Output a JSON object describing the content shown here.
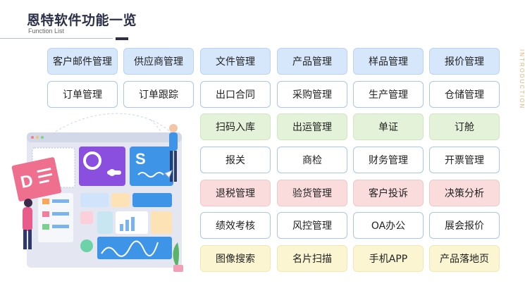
{
  "header": {
    "title": "恩特软件功能一览",
    "subtitle": "Function List",
    "side_text": "INTRODUCTION"
  },
  "features": [
    {
      "label": "客户邮件管理",
      "style": "blue"
    },
    {
      "label": "供应商管理",
      "style": "blue"
    },
    {
      "label": "文件管理",
      "style": "blue"
    },
    {
      "label": "产品管理",
      "style": "blue"
    },
    {
      "label": "样品管理",
      "style": "blue"
    },
    {
      "label": "报价管理",
      "style": "blue"
    },
    {
      "label": "订单管理",
      "style": "outline"
    },
    {
      "label": "订单跟踪",
      "style": "outline"
    },
    {
      "label": "出口合同",
      "style": "outline"
    },
    {
      "label": "采购管理",
      "style": "outline"
    },
    {
      "label": "生产管理",
      "style": "outline"
    },
    {
      "label": "仓储管理",
      "style": "outline"
    },
    {
      "label": "扫码入库",
      "style": "green"
    },
    {
      "label": "出运管理",
      "style": "green"
    },
    {
      "label": "单证",
      "style": "green"
    },
    {
      "label": "订舱",
      "style": "green"
    },
    {
      "label": "报关",
      "style": "outline"
    },
    {
      "label": "商检",
      "style": "outline"
    },
    {
      "label": "财务管理",
      "style": "outline"
    },
    {
      "label": "开票管理",
      "style": "outline"
    },
    {
      "label": "退税管理",
      "style": "pink"
    },
    {
      "label": "验货管理",
      "style": "pink"
    },
    {
      "label": "客户投诉",
      "style": "pink"
    },
    {
      "label": "决策分析",
      "style": "pink"
    },
    {
      "label": "绩效考核",
      "style": "outline"
    },
    {
      "label": "风控管理",
      "style": "outline"
    },
    {
      "label": "OA办公",
      "style": "outline"
    },
    {
      "label": "展会报价",
      "style": "outline"
    },
    {
      "label": "图像搜索",
      "style": "yellow"
    },
    {
      "label": "名片扫描",
      "style": "yellow"
    },
    {
      "label": "手机APP",
      "style": "yellow"
    },
    {
      "label": "产品落地页",
      "style": "yellow"
    }
  ],
  "illustration": {
    "icons": [
      "document-d-icon",
      "outlook-o-icon",
      "skype-s-icon",
      "chart-icon",
      "person-icon"
    ]
  }
}
